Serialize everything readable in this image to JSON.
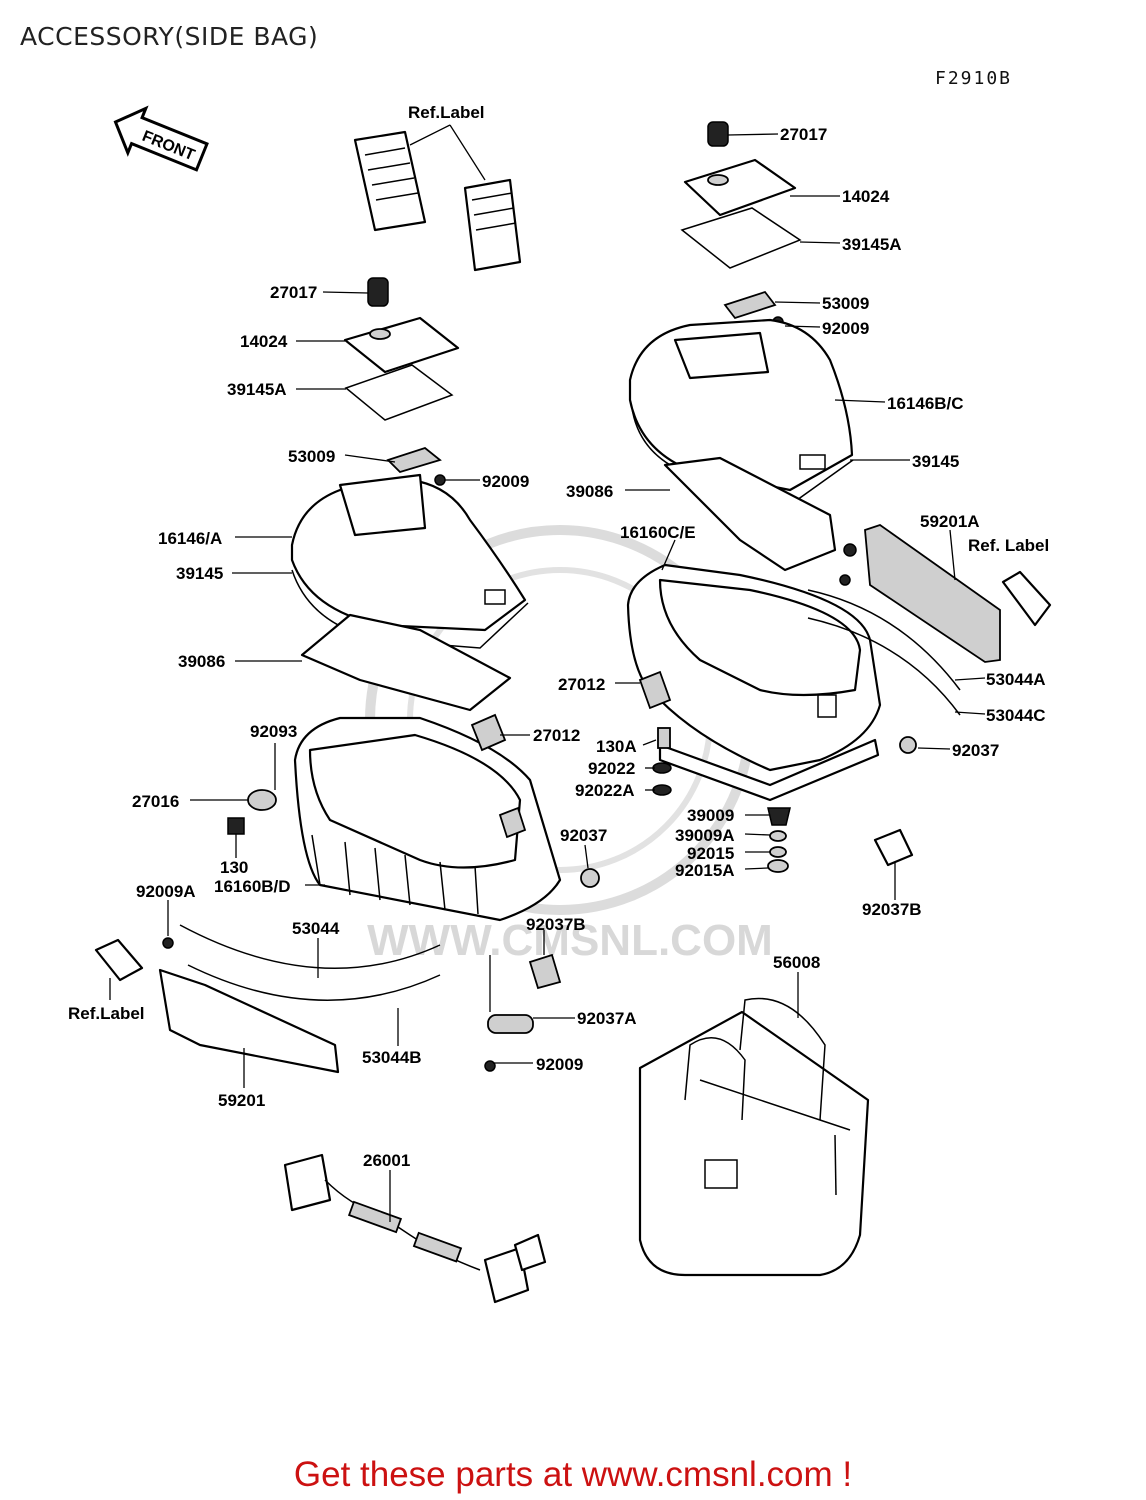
{
  "title": "ACCESSORY(SIDE BAG)",
  "figure_code": "F2910B",
  "front_marker": "FRONT",
  "watermark": "WWW.CMSNL.COM",
  "promo": "Get these parts at www.cmsnl.com !",
  "labels": {
    "ref_label_top": "Ref.Label",
    "ref_label_right": "Ref. Label",
    "ref_label_left": "Ref.Label",
    "r_27017": "27017",
    "r_14024": "14024",
    "r_39145a": "39145A",
    "r_53009": "53009",
    "r_92009": "92009",
    "r_16146bc": "16146B/C",
    "r_39145": "39145",
    "r_39086": "39086",
    "r_16160ce": "16160C/E",
    "r_59201a": "59201A",
    "r_27012": "27012",
    "r_53044a": "53044A",
    "r_53044c": "53044C",
    "r_92037": "92037",
    "r_130a": "130A",
    "r_92022": "92022",
    "r_92022a": "92022A",
    "r_39009": "39009",
    "r_39009a": "39009A",
    "r_92015": "92015",
    "r_92015a": "92015A",
    "r_92037b": "92037B",
    "l_27017": "27017",
    "l_14024": "14024",
    "l_39145a": "39145A",
    "l_53009": "53009",
    "l_92009": "92009",
    "l_16146a": "16146/A",
    "l_39145": "39145",
    "l_39086": "39086",
    "l_92093": "92093",
    "l_27012": "27012",
    "l_27016": "27016",
    "l_130": "130",
    "l_16160bd": "16160B/D",
    "l_92037": "92037",
    "l_92009a": "92009A",
    "l_53044": "53044",
    "l_92037b": "92037B",
    "l_53044b": "53044B",
    "l_92037a": "92037A",
    "l_92009b": "92009",
    "l_59201": "59201",
    "l_56008": "56008",
    "l_26001": "26001"
  }
}
